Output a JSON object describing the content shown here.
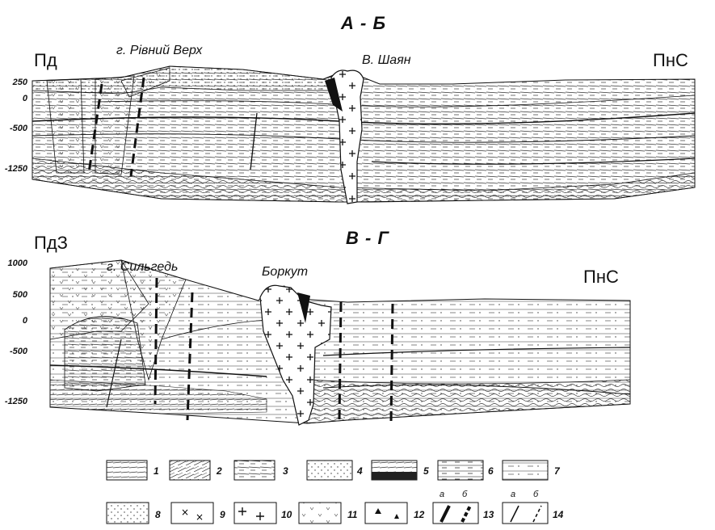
{
  "section1": {
    "title": "А - Б",
    "left_dir": "Пд",
    "right_dir": "ПнС",
    "place1": "г. Рівний Верх",
    "place2": "В. Шаян",
    "ticks": [
      "250",
      "0",
      "-500",
      "-1250"
    ]
  },
  "section2": {
    "title": "В - Г",
    "left_dir": "ПдЗ",
    "right_dir": "ПнС",
    "place1": "г. Сильгедь",
    "place2": "Боркут",
    "ticks": [
      "1000",
      "500",
      "0",
      "-500",
      "-1250"
    ]
  },
  "legend": {
    "items": [
      "1",
      "2",
      "3",
      "4",
      "5",
      "6",
      "7",
      "8",
      "9",
      "10",
      "11",
      "12",
      "13",
      "14"
    ],
    "sub_a": "а",
    "sub_b": "б"
  }
}
